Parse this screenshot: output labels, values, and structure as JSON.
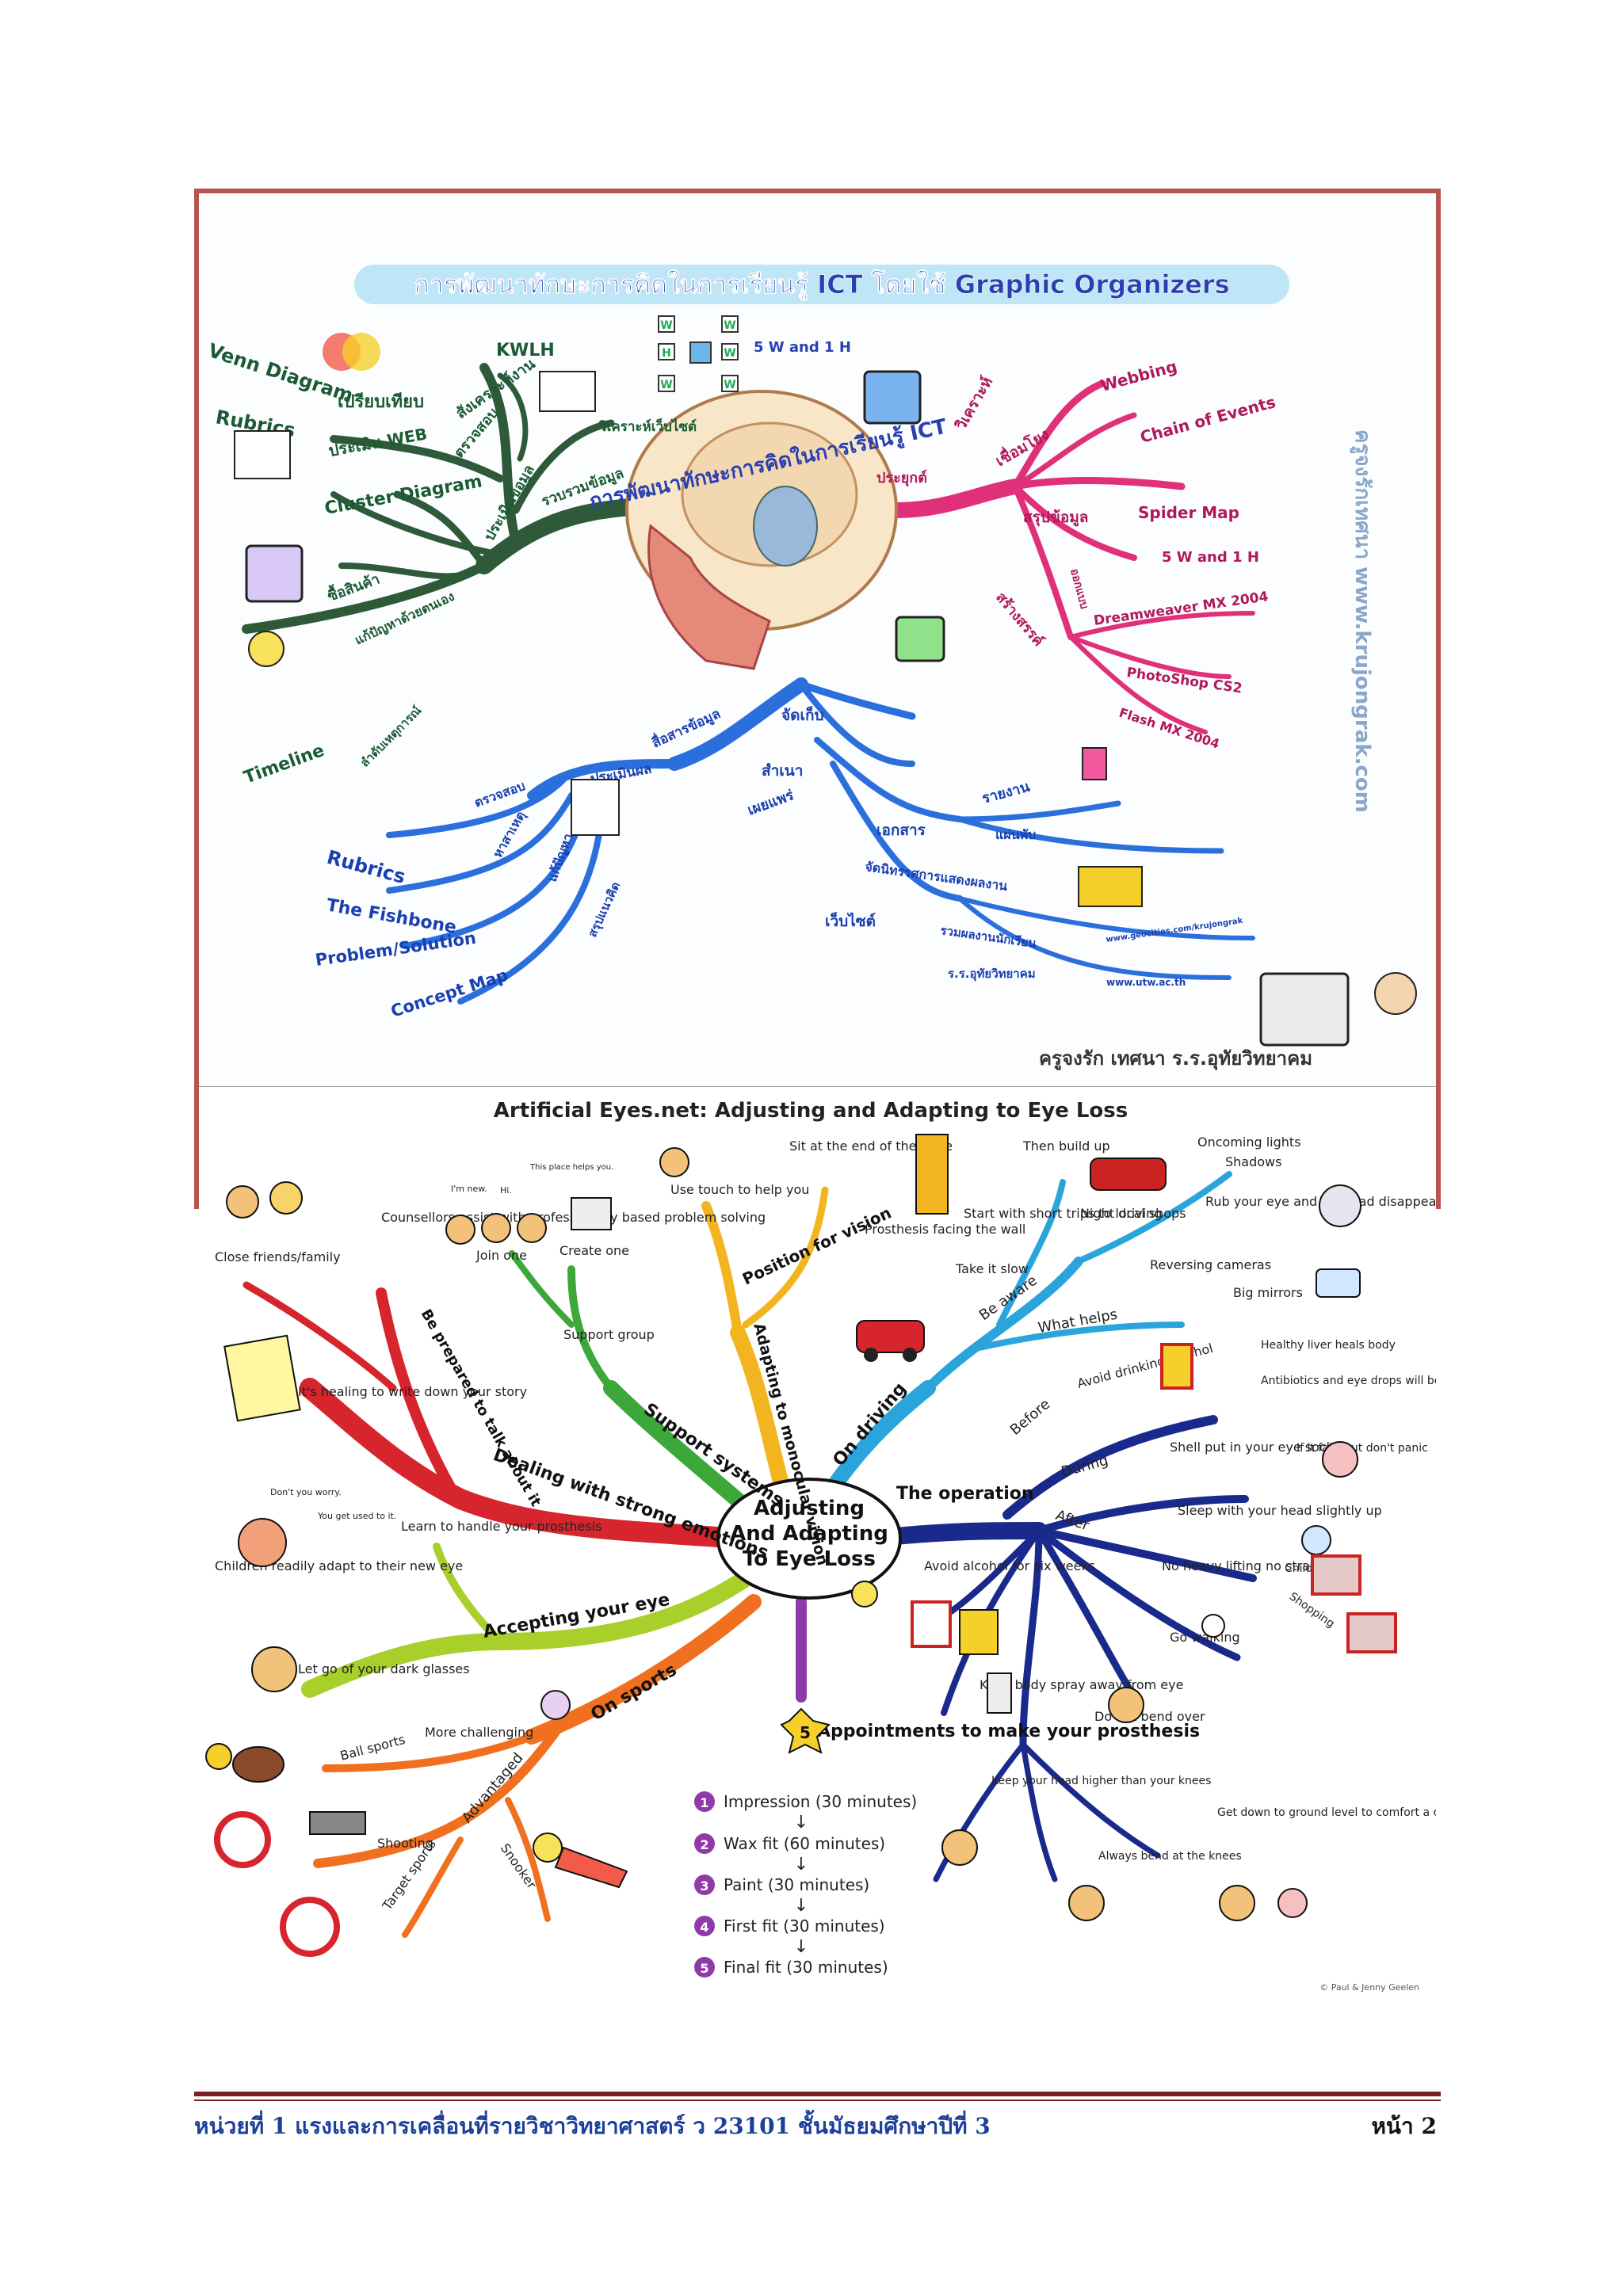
{
  "top_map": {
    "title": "การพัฒนาทักษะการคิดในการเรียนรู้ ICT โดยใช้ Graphic Organizers",
    "center": "การพัฒนาทักษะการคิดในการเรียนรู้ ICT",
    "watermark": "ครูจงรักเทศนา  www.krujongrak.com",
    "credit": "ครูจงรัก  เทศนา  ร.ร.อุทัยวิทยาคม",
    "wh_grid_letters": [
      "W",
      "W",
      "H",
      "W",
      "W",
      "W"
    ],
    "wh_label": "5 W and 1 H",
    "left_branch": {
      "labels": [
        "Venn Diagram",
        "KWLH",
        "Rubrics",
        "เปรียบเทียบ",
        "สังเคราะห์งาน",
        "วิเคราะห์เว็บไซต์",
        "ประเมิน WEB",
        "ตรวจสอบ",
        "Cluster Diagram",
        "รวบรวมข้อมูล",
        "ประเมินข้อมูล",
        "ซื้อสินค้า",
        "แก้ปัญหาด้วยตนเอง",
        "Timeline",
        "ลำดับเหตุการณ์"
      ]
    },
    "right_branch": {
      "labels": [
        "วิเคราะห์",
        "Webbing",
        "เชื่อมโยง",
        "Chain of Events",
        "ประยุกต์",
        "สรุปข้อมูล",
        "Spider Map",
        "5 W and 1 H",
        "สร้างสรรค์",
        "ออกแบบ",
        "Dreamweaver MX 2004",
        "PhotoShop CS2",
        "Flash MX 2004"
      ]
    },
    "bottom_branch": {
      "labels": [
        "จัดเก็บ",
        "สำเนา",
        "เผยแพร่",
        "เอกสาร",
        "รายงาน",
        "แผ่นพับ",
        "จัดนิทรรศการแสดงผลงาน",
        "เว็บไซต์",
        "รวมผลงานนักเรียน",
        "ร.ร.อุทัยวิทยาคม",
        "www.geocities.com/krujongrak",
        "www.utw.ac.th",
        "ประเมินผล",
        "สื่อสารข้อมูล",
        "ตรวจสอบ",
        "Rubrics",
        "หาสาเหตุ",
        "The Fishbone",
        "แก้ปัญหา",
        "Problem/Solution",
        "สรุปแนวคิด",
        "Concept Map"
      ]
    }
  },
  "bottom_map": {
    "title": "Artificial Eyes.net: Adjusting and Adapting to Eye Loss",
    "center": [
      "Adjusting",
      "And Adapting",
      "To Eye Loss"
    ],
    "copyright": "© Paul & Jenny Geelen",
    "branches": {
      "support_systems": "Support systems",
      "position_for_vision": "Position for vision",
      "adapting_to_monocular_vision": "Adapting to monocular vision",
      "on_driving": "On driving",
      "the_operation": "The operation",
      "dealing_with_strong_emotions": "Dealing with strong emotions",
      "be_prepared": "Be prepared to talk about it",
      "accepting_your_eye": "Accepting your eye",
      "on_sports": "On sports",
      "appointments": "Appointments to make your prosthesis"
    },
    "notes": {
      "counsellors": "Counsellors assist with professionally based problem solving",
      "close_friends": "Close friends/family",
      "join_one": "Join one",
      "create_one": "Create one",
      "support_group": "Support group",
      "im_new": "I'm new.",
      "hi": "Hi.",
      "this_place_helps": "This place helps you.",
      "use_touch": "Use touch to help you",
      "sit_at_end": "Sit at the end of the table",
      "prosthesis_facing": "Prosthesis facing the wall",
      "then_build_up": "Then build up",
      "start_short_trips": "Start with short trips to local shops",
      "night_driving": "Night driving",
      "oncoming_lights": "Oncoming lights",
      "shadows": "Shadows",
      "rub_your_eye": "Rub your eye and the road disappears",
      "take_it_slow": "Take it slow",
      "be_aware": "Be aware",
      "what_helps": "What helps",
      "reversing_cameras": "Reversing cameras",
      "big_mirrors": "Big mirrors",
      "healing_write": "It's healing to write down your story",
      "before": "Before",
      "avoid_drinking": "Avoid drinking alcohol",
      "healthy_liver": "Healthy liver heals body",
      "antibiotics": "Antibiotics and eye drops will be more affective",
      "during": "During",
      "shell_put_in": "Shell put in your eye socket",
      "if_it_falls": "If it falls out don't panic",
      "after": "After",
      "sleep_head_up": "Sleep with your head slightly up",
      "no_heavy_lifting": "No heavy lifting no straining",
      "children": "Children",
      "shopping": "Shopping",
      "go_walking": "Go walking",
      "avoid_alcohol_six": "Avoid alcohol for six weeks",
      "keep_body_spray": "Keep body spray away from eye",
      "do_not_bend": "Do not bend over",
      "keep_head_higher": "Keep your head higher than your knees",
      "always_bend_knees": "Always bend at the knees",
      "get_down": "Get down to ground level to comfort a child",
      "dont_worry": "Don't you worry.",
      "you_get_used": "You get used to it.",
      "children_adapt": "Children readily adapt to their new eye",
      "learn_to_handle": "Learn to handle your prosthesis",
      "let_go_glasses": "Let go of your dark glasses",
      "more_challenging": "More challenging",
      "ball_sports": "Ball sports",
      "advantaged": "Advantaged",
      "shooting": "Shooting",
      "snooker": "Snooker",
      "target_sports": "Target sports",
      "five": "5"
    },
    "steps": [
      {
        "n": "1",
        "text": "Impression (30 minutes)"
      },
      {
        "n": "2",
        "text": "Wax fit (60 minutes)"
      },
      {
        "n": "3",
        "text": "Paint (30 minutes)"
      },
      {
        "n": "4",
        "text": "First fit (30 minutes)"
      },
      {
        "n": "5",
        "text": "Final fit (30 minutes)"
      }
    ]
  },
  "footer": {
    "left": "หน่วยที่ 1 แรงและการเคลื่อนที่รายวิชาวิทยาศาสตร์ ว 23101 ชั้นมัธยมศึกษาปีที่ 3",
    "right": "หน้า 2"
  },
  "colors": {
    "frame": "#b85450",
    "footer_rule": "#7a1f24",
    "footer_text": "#1c3f9a",
    "green_branch": "#2f5a3a",
    "pink_branch": "#e0307a",
    "blue_branch": "#2a6fdc",
    "red_branch": "#d6252c",
    "navy_branch": "#1a2a8c"
  }
}
